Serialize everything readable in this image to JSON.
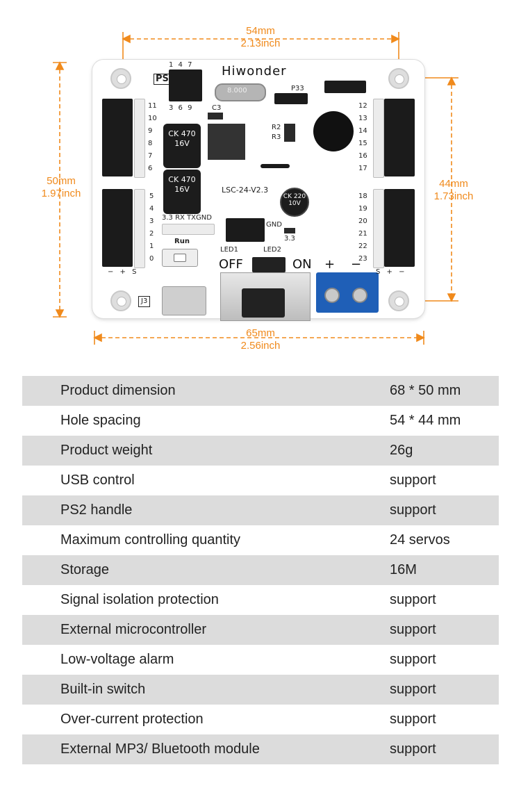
{
  "dimensions": {
    "top": {
      "mm": "54mm",
      "inch": "2.13inch"
    },
    "bottom": {
      "mm": "65mm",
      "inch": "2.56inch"
    },
    "left": {
      "mm": "50mm",
      "inch": "1.97inch"
    },
    "right": {
      "mm": "44mm",
      "inch": "1.73inch"
    },
    "color": "#f08a1c"
  },
  "board": {
    "logo": "Hiwonder",
    "model": "LSC-24-V2.3",
    "ps2_label": "PS2",
    "ps2_pins_top": "1 4 7",
    "ps2_pins_bottom": "3 6 9",
    "p33": "P33",
    "c3": "C3",
    "r2": "R2",
    "r3": "R3",
    "crystal": "8.000",
    "cap1": "CK 470 16V",
    "cap2": "CK 470 16V",
    "cap3": "CK 220 10V",
    "uart_label": "3.3 RX TXGND",
    "gnd": "GND",
    "v33": "3.3",
    "run": "Run",
    "led1": "LED1",
    "led2": "LED2",
    "off": "OFF",
    "on": "ON",
    "plus": "+",
    "minus": "−",
    "left_numbers_top": [
      "11",
      "10",
      "9",
      "8",
      "7",
      "6"
    ],
    "left_numbers_bottom": [
      "5",
      "4",
      "3",
      "2",
      "1",
      "0"
    ],
    "right_numbers_top": [
      "12",
      "13",
      "14",
      "15",
      "16",
      "17"
    ],
    "right_numbers_bottom": [
      "18",
      "19",
      "20",
      "21",
      "22",
      "23"
    ],
    "left_bottom_legend": "− + S",
    "right_bottom_legend": "S + −",
    "j3": "J3",
    "colors": {
      "terminal": "#1f5fb7",
      "pcb": "#ffffff"
    }
  },
  "specs": [
    {
      "label": "Product dimension",
      "value": "68 * 50 mm"
    },
    {
      "label": "Hole spacing",
      "value": "54 * 44 mm"
    },
    {
      "label": "Product weight",
      "value": "26g"
    },
    {
      "label": "USB control",
      "value": "support"
    },
    {
      "label": "PS2 handle",
      "value": "support"
    },
    {
      "label": "Maximum controlling quantity",
      "value": "24 servos"
    },
    {
      "label": "Storage",
      "value": "16M"
    },
    {
      "label": "Signal isolation protection",
      "value": "support"
    },
    {
      "label": "External microcontroller",
      "value": "support"
    },
    {
      "label": "Low-voltage alarm",
      "value": "support"
    },
    {
      "label": "Built-in switch",
      "value": "support"
    },
    {
      "label": "Over-current protection",
      "value": "support"
    },
    {
      "label": "External MP3/ Bluetooth module",
      "value": "support"
    }
  ],
  "table_colors": {
    "shaded": "#dcdcdc",
    "plain": "#ffffff"
  }
}
